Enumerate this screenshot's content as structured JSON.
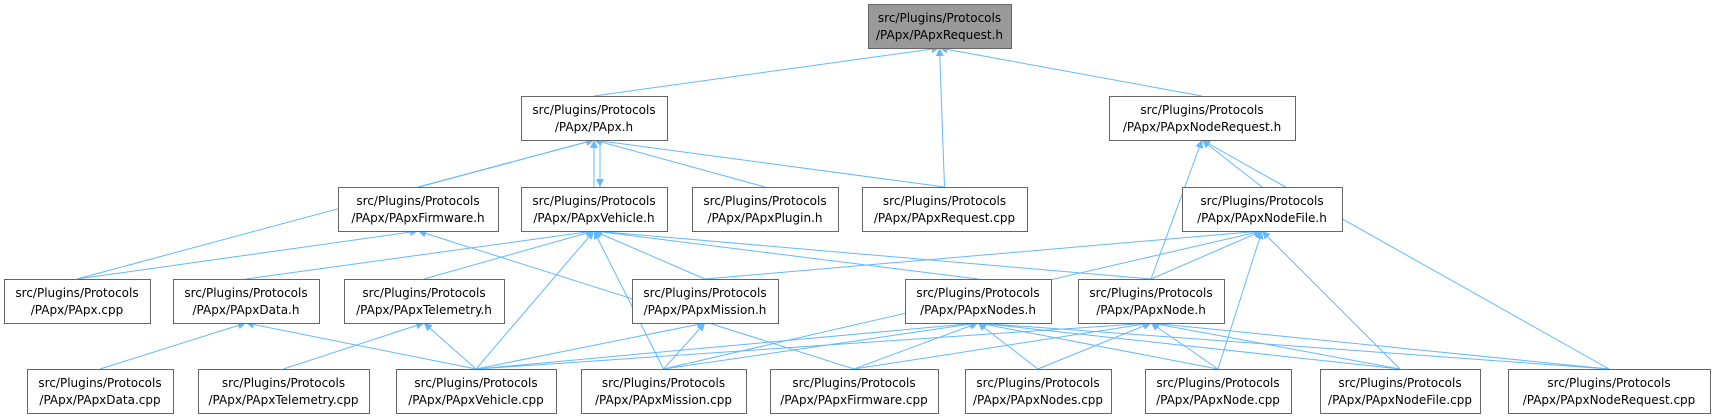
{
  "nodes": [
    {
      "id": "n0",
      "line1": "src/Plugins/Protocols",
      "line2": "/PApx/PApxRequest.h",
      "current": true
    },
    {
      "id": "n1",
      "line1": "src/Plugins/Protocols",
      "line2": "/PApx/PApx.h"
    },
    {
      "id": "n2",
      "line1": "src/Plugins/Protocols",
      "line2": "/PApx/PApxNodeRequest.h"
    },
    {
      "id": "n3",
      "line1": "src/Plugins/Protocols",
      "line2": "/PApx/PApxFirmware.h"
    },
    {
      "id": "n4",
      "line1": "src/Plugins/Protocols",
      "line2": "/PApx/PApxVehicle.h"
    },
    {
      "id": "n5",
      "line1": "src/Plugins/Protocols",
      "line2": "/PApx/PApxPlugin.h"
    },
    {
      "id": "n6",
      "line1": "src/Plugins/Protocols",
      "line2": "/PApx/PApxRequest.cpp"
    },
    {
      "id": "n7",
      "line1": "src/Plugins/Protocols",
      "line2": "/PApx/PApxNodeFile.h"
    },
    {
      "id": "n8",
      "line1": "src/Plugins/Protocols",
      "line2": "/PApx/PApx.cpp"
    },
    {
      "id": "n9",
      "line1": "src/Plugins/Protocols",
      "line2": "/PApx/PApxData.h"
    },
    {
      "id": "n10",
      "line1": "src/Plugins/Protocols",
      "line2": "/PApx/PApxTelemetry.h"
    },
    {
      "id": "n11",
      "line1": "src/Plugins/Protocols",
      "line2": "/PApx/PApxMission.h"
    },
    {
      "id": "n12",
      "line1": "src/Plugins/Protocols",
      "line2": "/PApx/PApxNodes.h"
    },
    {
      "id": "n13",
      "line1": "src/Plugins/Protocols",
      "line2": "/PApx/PApxNode.h"
    },
    {
      "id": "n14",
      "line1": "src/Plugins/Protocols",
      "line2": "/PApx/PApxData.cpp"
    },
    {
      "id": "n15",
      "line1": "src/Plugins/Protocols",
      "line2": "/PApx/PApxTelemetry.cpp"
    },
    {
      "id": "n16",
      "line1": "src/Plugins/Protocols",
      "line2": "/PApx/PApxVehicle.cpp"
    },
    {
      "id": "n17",
      "line1": "src/Plugins/Protocols",
      "line2": "/PApx/PApxMission.cpp"
    },
    {
      "id": "n18",
      "line1": "src/Plugins/Protocols",
      "line2": "/PApx/PApxFirmware.cpp"
    },
    {
      "id": "n19",
      "line1": "src/Plugins/Protocols",
      "line2": "/PApx/PApxNodes.cpp"
    },
    {
      "id": "n20",
      "line1": "src/Plugins/Protocols",
      "line2": "/PApx/PApxNode.cpp"
    },
    {
      "id": "n21",
      "line1": "src/Plugins/Protocols",
      "line2": "/PApx/PApxNodeFile.cpp"
    },
    {
      "id": "n22",
      "line1": "src/Plugins/Protocols",
      "line2": "/PApx/PApxNodeRequest.cpp"
    }
  ],
  "edges": [
    [
      "n1",
      "n0"
    ],
    [
      "n2",
      "n0"
    ],
    [
      "n6",
      "n0"
    ],
    [
      "n3",
      "n1"
    ],
    [
      "n4",
      "n1"
    ],
    [
      "n5",
      "n1"
    ],
    [
      "n6",
      "n1"
    ],
    [
      "n8",
      "n1"
    ],
    [
      "n1",
      "n4"
    ],
    [
      "n7",
      "n2"
    ],
    [
      "n13",
      "n2"
    ],
    [
      "n22",
      "n2"
    ],
    [
      "n8",
      "n3"
    ],
    [
      "n18",
      "n3"
    ],
    [
      "n9",
      "n4"
    ],
    [
      "n10",
      "n4"
    ],
    [
      "n11",
      "n4"
    ],
    [
      "n12",
      "n4"
    ],
    [
      "n13",
      "n4"
    ],
    [
      "n16",
      "n4"
    ],
    [
      "n17",
      "n4"
    ],
    [
      "n11",
      "n7"
    ],
    [
      "n17",
      "n7"
    ],
    [
      "n13",
      "n7"
    ],
    [
      "n20",
      "n7"
    ],
    [
      "n21",
      "n7"
    ],
    [
      "n14",
      "n9"
    ],
    [
      "n16",
      "n9"
    ],
    [
      "n15",
      "n10"
    ],
    [
      "n16",
      "n10"
    ],
    [
      "n16",
      "n11"
    ],
    [
      "n17",
      "n11"
    ],
    [
      "n16",
      "n12"
    ],
    [
      "n17",
      "n12"
    ],
    [
      "n18",
      "n12"
    ],
    [
      "n19",
      "n12"
    ],
    [
      "n20",
      "n12"
    ],
    [
      "n21",
      "n12"
    ],
    [
      "n22",
      "n12"
    ],
    [
      "n16",
      "n13"
    ],
    [
      "n18",
      "n13"
    ],
    [
      "n19",
      "n13"
    ],
    [
      "n20",
      "n13"
    ],
    [
      "n21",
      "n13"
    ],
    [
      "n22",
      "n13"
    ]
  ]
}
